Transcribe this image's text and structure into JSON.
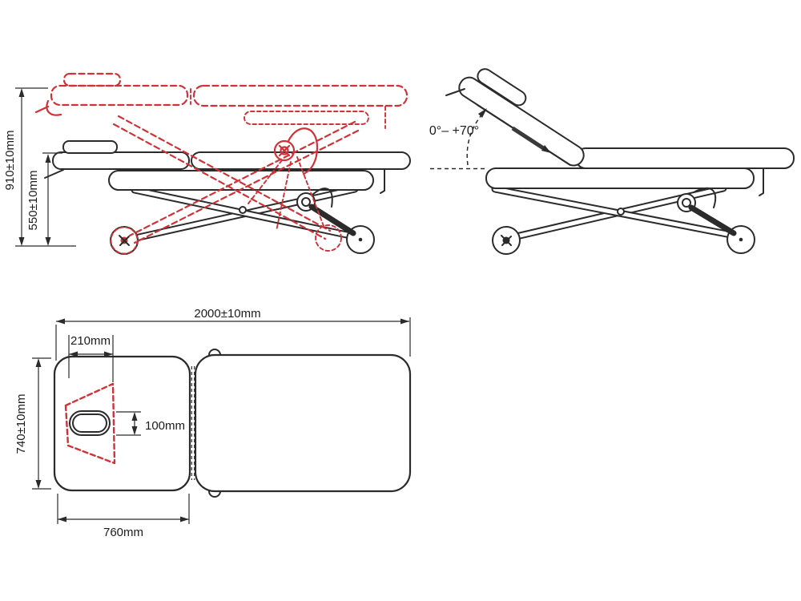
{
  "colors": {
    "line": "#2b2b2b",
    "accent": "#cf3237",
    "text": "#1c1c1c",
    "background": "#ffffff"
  },
  "dimensions": {
    "overall_height": "910±10mm",
    "lowered_height": "550±10mm",
    "backrest_angle_range": "0°– +70°",
    "overall_length": "2000±10mm",
    "face_hole_offset": "210mm",
    "face_hole_height": "100mm",
    "overall_width": "740±10mm",
    "head_section_length": "760mm"
  }
}
